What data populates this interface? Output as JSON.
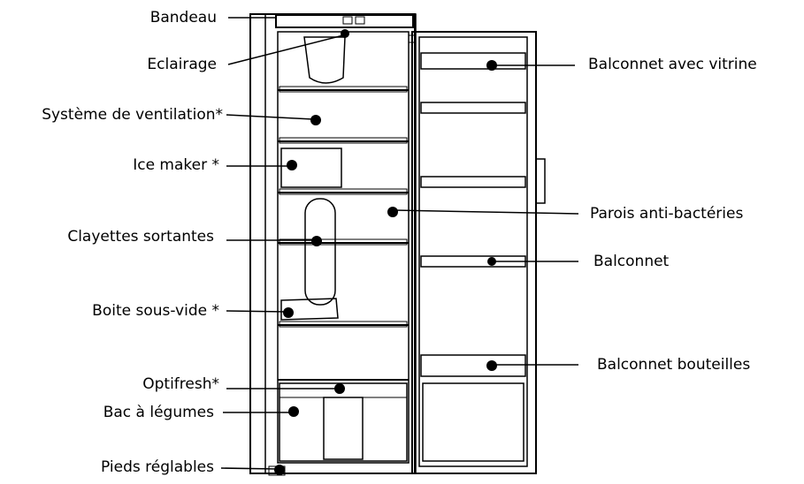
{
  "labels": {
    "bandeau": "Bandeau",
    "eclairage": "Eclairage",
    "ventilation": "Système de ventilation*",
    "ice_maker": "Ice maker *",
    "clayettes": "Clayettes sortantes",
    "boite": "Boite sous-vide *",
    "optifresh": "Optifresh*",
    "bac": "Bac à légumes",
    "pieds": "Pieds réglables",
    "balconnet_vitrine": "Balconnet avec vitrine",
    "parois": "Parois anti-bactéries",
    "balconnet": "Balconnet",
    "balconnet_bouteilles": "Balconnet bouteilles"
  }
}
